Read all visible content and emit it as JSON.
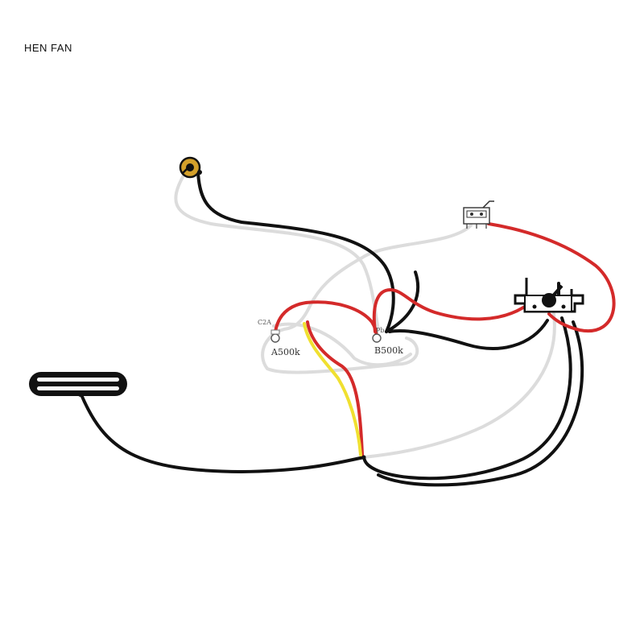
{
  "brand": "HEN FAN",
  "labels": {
    "pot_a": "A500k",
    "pot_b": "B500k",
    "capacitor": "C2A",
    "pot_b_small": "Pb"
  },
  "colors": {
    "black": "#111111",
    "white": "#dcdcdc",
    "red": "#d42a2a",
    "yellow": "#f0e030",
    "jack": "#d4a02a"
  },
  "icons": {
    "output_jack": "jack-icon",
    "toggle_switch": "toggle-switch-icon",
    "selector_switch": "selector-switch-icon",
    "pickup": "humbucker-pickup-icon",
    "potentiometer": "potentiometer-icon"
  }
}
